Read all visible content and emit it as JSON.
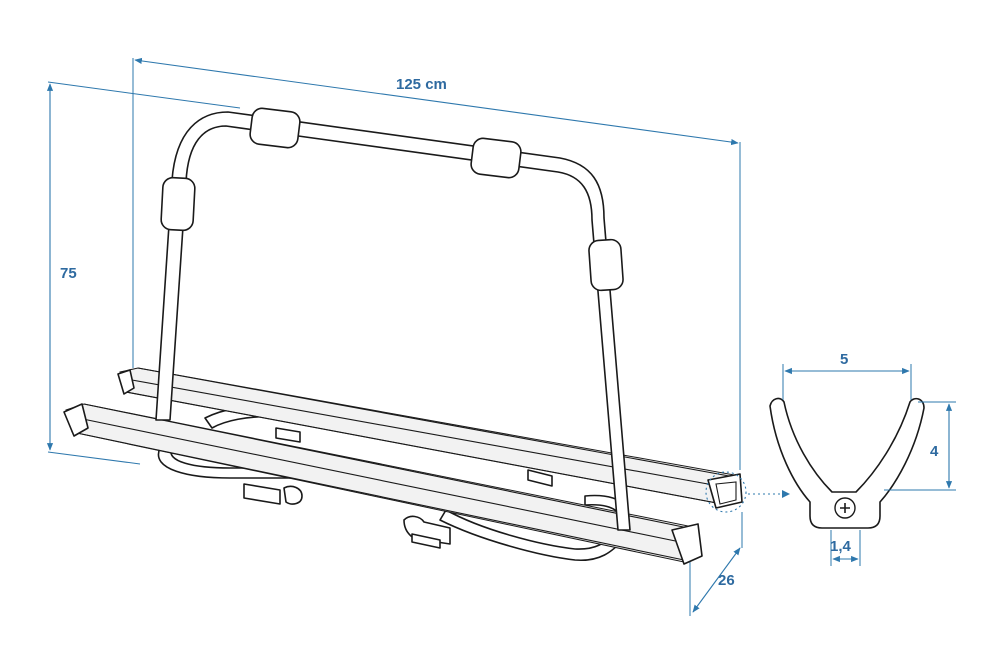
{
  "dimensions": {
    "width_label": "125 cm",
    "height_label": "75",
    "depth_label": "26",
    "profile_width_label": "5",
    "profile_height_label": "4",
    "profile_thickness_label": "1,4"
  },
  "colors": {
    "dimension_lines": "#2e78ad",
    "dimension_text": "#2e6aa0",
    "outline": "#1a1a1a"
  }
}
